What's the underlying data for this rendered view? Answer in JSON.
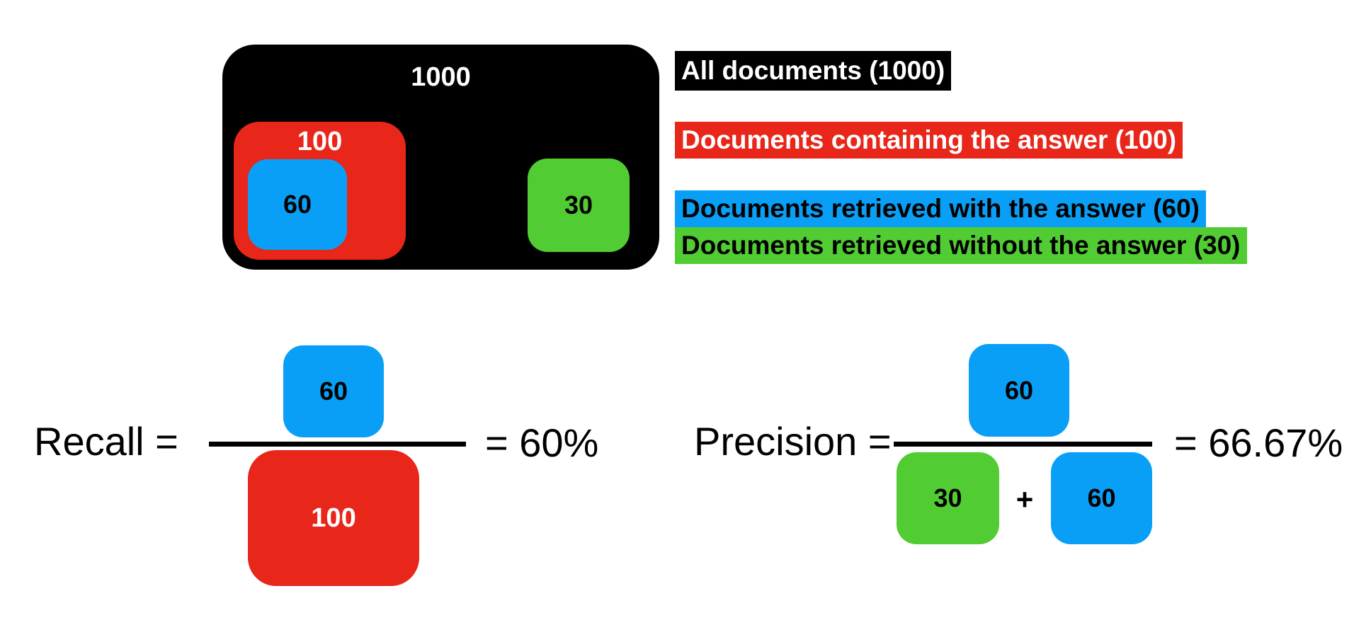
{
  "colors": {
    "all_documents": "#000000",
    "containing_answer": "#E8261A",
    "retrieved_with_answer": "#0A9FF6",
    "retrieved_without_answer": "#52CC33",
    "background": "#FFFFFF"
  },
  "venn": {
    "all_count": "1000",
    "containing_count": "100",
    "retrieved_with_count": "60",
    "retrieved_without_count": "30"
  },
  "legend": {
    "items": [
      {
        "label": "All documents (1000)"
      },
      {
        "label": "Documents containing the answer (100)"
      },
      {
        "label": "Documents retrieved with the answer (60)"
      },
      {
        "label": "Documents retrieved without the answer (30)"
      }
    ]
  },
  "recall": {
    "label": "Recall =",
    "numerator": "60",
    "denominator": "100",
    "result": "= 60%"
  },
  "precision": {
    "label": "Precision =",
    "numerator": "60",
    "denominator_left": "30",
    "operator": "+",
    "denominator_right": "60",
    "result": "= 66.67%"
  }
}
